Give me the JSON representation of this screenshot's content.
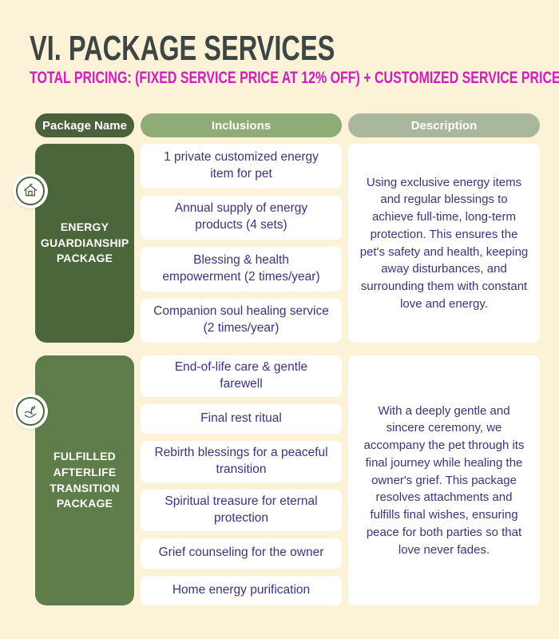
{
  "page": {
    "title": "VI. PACKAGE SERVICES",
    "subtitle": "TOTAL PRICING: (FIXED SERVICE PRICE AT 12% OFF) + CUSTOMIZED SERVICE PRICE"
  },
  "table": {
    "headers": {
      "package": "Package Name",
      "inclusions": "Inclusions",
      "description": "Description"
    },
    "packages": [
      {
        "name": "ENERGY GUARDIANSHIP PACKAGE",
        "icon": "house-shrine-icon",
        "inclusions": [
          "1 private customized energy item for pet",
          "Annual supply of energy products (4 sets)",
          "Blessing & health empowerment (2 times/year)",
          "Companion soul healing service (2 times/year)"
        ],
        "description": "Using exclusive energy items and regular blessings to achieve full-time, long-term protection. This ensures the pet's safety and health, keeping away disturbances, and surrounding them with constant love and energy."
      },
      {
        "name": "FULFILLED AFTERLIFE TRANSITION PACKAGE",
        "icon": "hands-holding-icon",
        "inclusions": [
          "End-of-life care & gentle farewell",
          "Final rest ritual",
          "Rebirth blessings for a peaceful transition",
          "Spiritual treasure for eternal protection",
          "Grief counseling for the owner",
          "Home energy purification"
        ],
        "description": "With a deeply gentle and sincere ceremony, we accompany the pet through its final journey while healing the owner's grief. This package resolves attachments and fulfills final wishes, ensuring peace for both parties so that love never fades."
      }
    ]
  },
  "colors": {
    "background": "#FBF2D7",
    "title_text": "#3E4645",
    "subtitle_text": "#D51CBE",
    "header_package_pill": "#4A6139",
    "header_inclusions_pill": "#8FAC77",
    "header_description_pill": "#A9B89D",
    "package_box_1": "#4C663C",
    "package_box_2": "#5F7D4A",
    "cell_background": "#FFFFFF",
    "cell_text": "#40317E"
  }
}
